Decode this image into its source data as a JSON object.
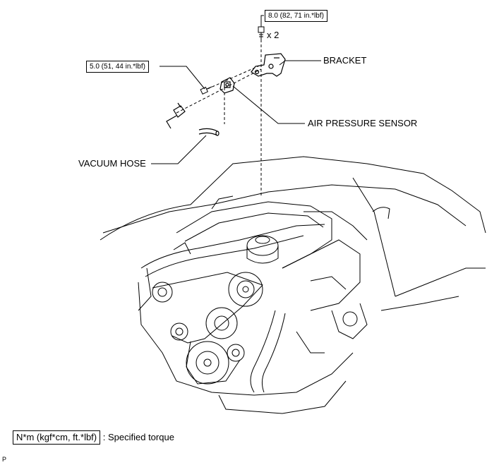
{
  "callouts": {
    "torque_bracket": "8.0 (82, 71 in.*lbf)",
    "quantity": "x 2",
    "torque_sensor": "5.0 (51, 44 in.*lbf)",
    "bracket": "BRACKET",
    "air_pressure_sensor": "AIR PRESSURE SENSOR",
    "vacuum_hose": "VACUUM HOSE"
  },
  "legend": {
    "unit_box": "N*m (kgf*cm, ft.*lbf)",
    "description": ": Specified torque"
  },
  "figure_code": "P"
}
